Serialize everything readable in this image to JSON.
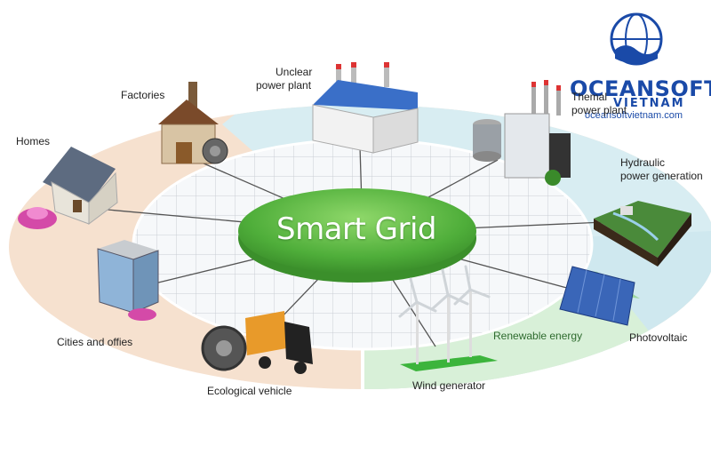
{
  "center": {
    "title": "Smart Grid"
  },
  "brand": {
    "name": "OCEANSOFT",
    "sub": "VIETNAM",
    "url": "oceansoftvietnam.com"
  },
  "labels": {
    "factories": "Factories",
    "homes": "Homes",
    "unclear_line1": "Unclear",
    "unclear_line2": "power plant",
    "thermal_line1": "Themal",
    "thermal_line2": "power plant",
    "hydraulic_line1": "Hydraulic",
    "hydraulic_line2": "power generation",
    "cities": "Cities and offies",
    "ecological": "Ecological vehicle",
    "wind": "Wind generator",
    "renewable": "Renewable energy",
    "photovoltaic": "Photovoltaic"
  },
  "colors": {
    "ring_left": "#f6e1cf",
    "ring_top": "#d8edf2",
    "ring_right": "#c9e6ee",
    "ring_green": "#d8f0d8",
    "grid_floor": "#f4f6f8",
    "hub": "#5cb847",
    "brand": "#1a4aa8"
  }
}
